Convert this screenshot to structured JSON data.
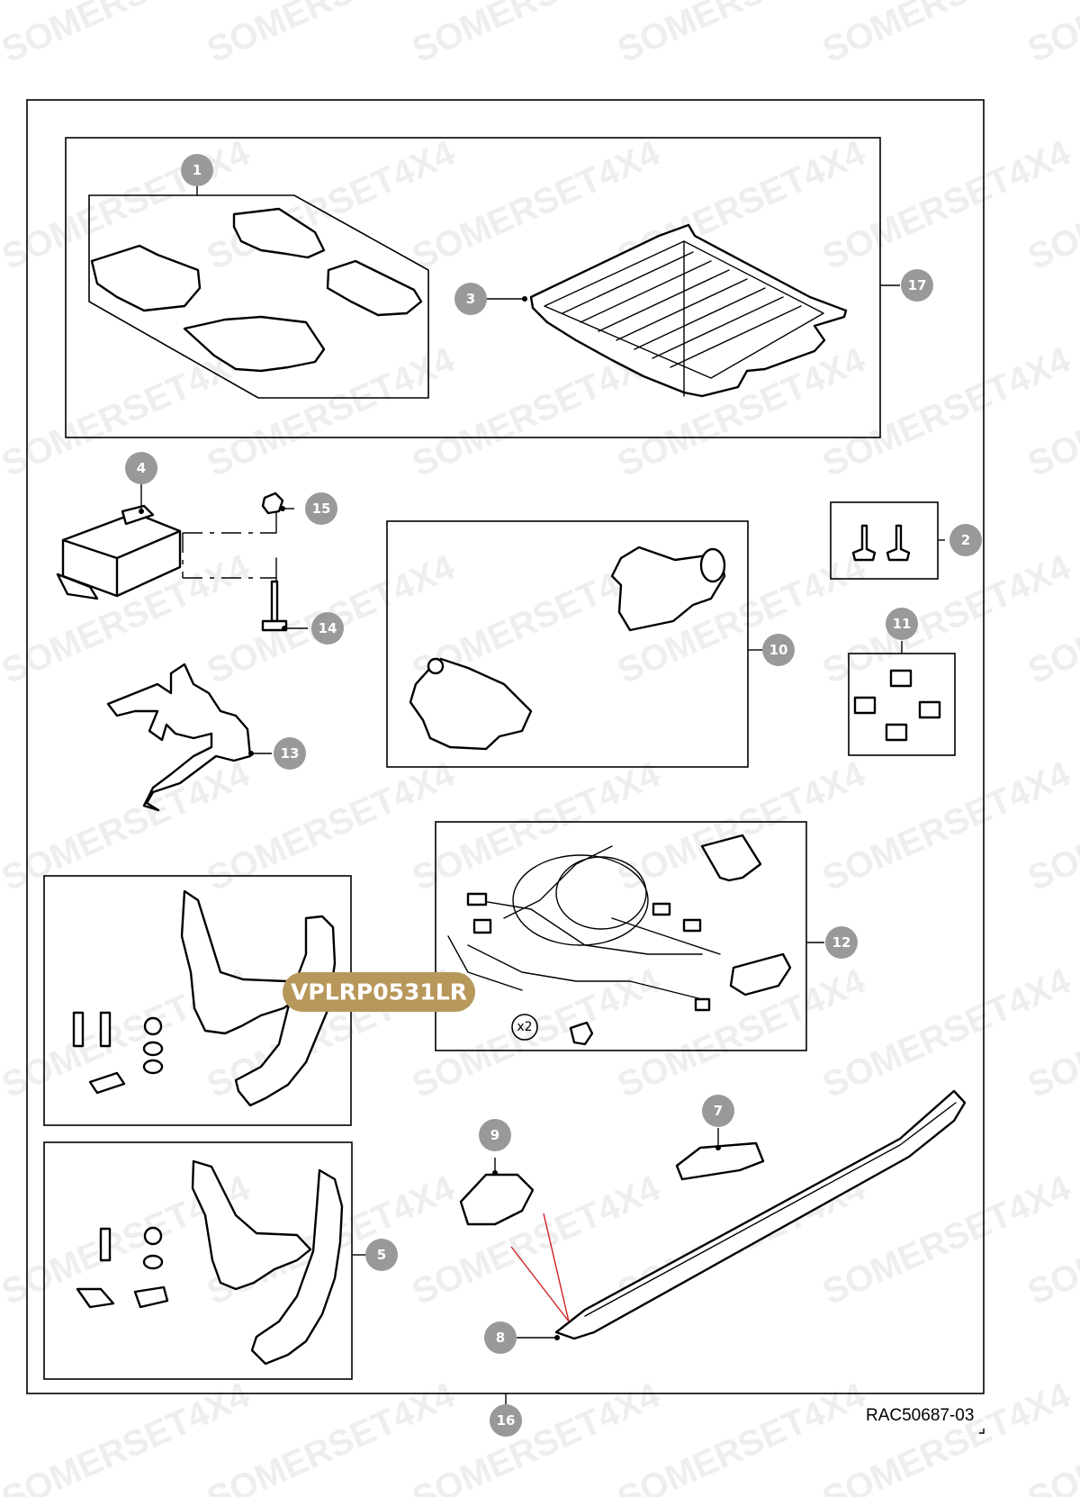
{
  "diagram": {
    "reference_code": "RAC50687-03",
    "highlight_label": "VPLRP0531LR",
    "watermark_text": "SOMERSET4X4",
    "quantity_marker": "x2",
    "accent_color": "#b8975a",
    "callout_color": "#999999",
    "callouts": [
      "1",
      "2",
      "3",
      "4",
      "5",
      "7",
      "8",
      "9",
      "10",
      "11",
      "12",
      "13",
      "14",
      "15",
      "16",
      "17"
    ]
  }
}
